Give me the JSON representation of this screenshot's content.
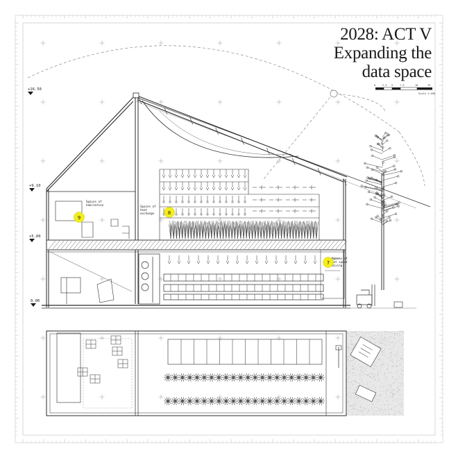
{
  "title": {
    "line1": "2028: ACT V",
    "line2": "Expanding the",
    "line3": "data space"
  },
  "scale_bar": {
    "ticks": [
      "0",
      "2.5",
      "5",
      "7.5",
      "10",
      "15"
    ],
    "label": "Scale 1:100"
  },
  "levels": {
    "top": "+16.50",
    "upper": "+9.10",
    "middle": "+5.00",
    "ground": "0.00"
  },
  "markers": {
    "m9": "9",
    "m8": "8",
    "m7": "7"
  },
  "labels": {
    "habitation_l1": "Spaces of",
    "habitation_l2": "habitation",
    "heat_l1": "Spaces of",
    "heat_l2": "heat",
    "heat_l3": "exchange",
    "mixing_l1": "Spaces of",
    "mixing_l2": "hot space",
    "mixing_l3": "mixing"
  },
  "colors": {
    "marker_fill": "#f3ee1c",
    "line": "#2a2a2a",
    "grid_cross": "#9a9a9a",
    "floor_hatch": "#555555"
  }
}
